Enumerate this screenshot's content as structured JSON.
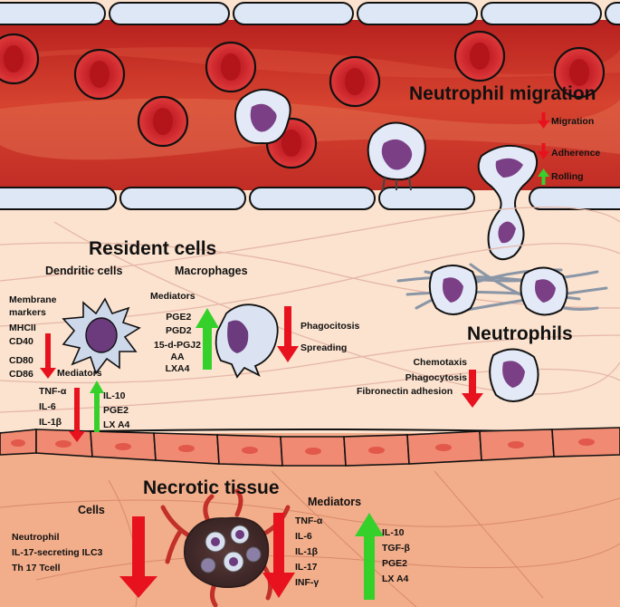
{
  "colors": {
    "vessel": "#c9302c",
    "endothelium": "#dfe8f6",
    "tissue": "#fbe3cf",
    "necrotic": "#f2ad8a",
    "arrow_down": "#e8121e",
    "arrow_up": "#35d12a"
  },
  "vessel": {
    "title": "Neutrophil migration",
    "legend": [
      {
        "text": "Migration",
        "dir": "down"
      },
      {
        "text": "Adherence",
        "dir": "down"
      },
      {
        "text": "Rolling",
        "dir": "up"
      }
    ]
  },
  "resident": {
    "title": "Resident cells",
    "dendritic": {
      "title": "Dendritic cells",
      "membrane_label": "Membrane markers",
      "membrane_markers": [
        "MHCII",
        "CD40",
        "CD80",
        "CD86"
      ],
      "mediators_label": "Mediators",
      "down_mediators": [
        "TNF-α",
        "IL-6",
        "IL-1β"
      ],
      "up_mediators": [
        "IL-10",
        "PGE2",
        "LX A4"
      ]
    },
    "macrophages": {
      "title": "Macrophages",
      "mediators_label": "Mediators",
      "up_mediators": [
        "PGE2",
        "PGD2",
        "15-d-PGJ2",
        "AA",
        "LXA4"
      ],
      "down_functions": [
        "Phagocitosis",
        "Spreading"
      ]
    }
  },
  "neutrophils": {
    "title": "Neutrophils",
    "down_functions": [
      "Chemotaxis",
      "Phagocytosis",
      "Fibronectin adhesion"
    ]
  },
  "necrotic": {
    "title": "Necrotic tissue",
    "cells_label": "Cells",
    "cells": [
      "Neutrophil",
      "IL-17-secreting ILC3",
      "Th 17 Tcell"
    ],
    "mediators_label": "Mediators",
    "down_mediators": [
      "TNF-α",
      "IL-6",
      "IL-1β",
      "IL-17",
      "INF-γ"
    ],
    "up_mediators": [
      "IL-10",
      "TGF-β",
      "PGE2",
      "LX A4"
    ]
  }
}
